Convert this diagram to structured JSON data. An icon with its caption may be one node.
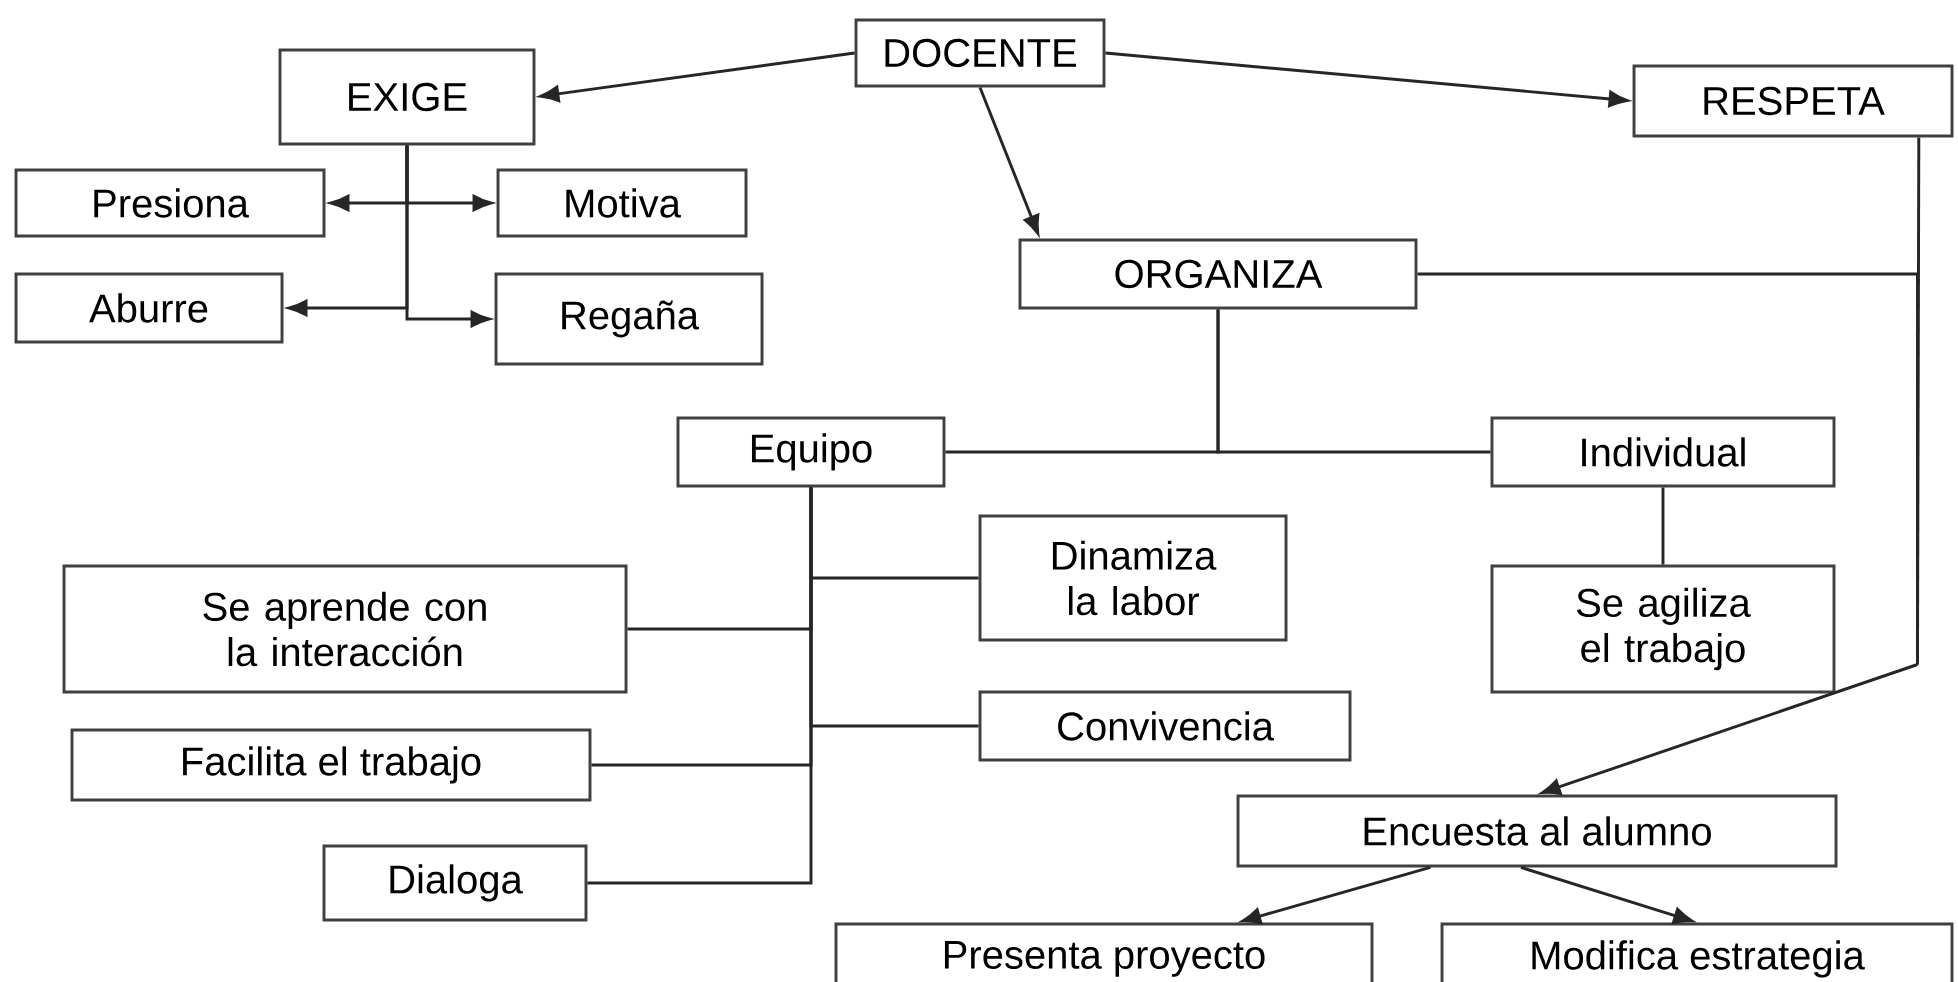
{
  "diagram": {
    "nodes": [
      {
        "text": [
          "DOCENTE"
        ]
      },
      {
        "text": [
          "EXIGE"
        ]
      },
      {
        "text": [
          "RESPETA"
        ]
      },
      {
        "text": [
          "Presiona"
        ]
      },
      {
        "text": [
          "Motiva"
        ]
      },
      {
        "text": [
          "Aburre"
        ]
      },
      {
        "text": [
          "Regaña"
        ]
      },
      {
        "text": [
          "ORGANIZA"
        ]
      },
      {
        "text": [
          "Equipo"
        ]
      },
      {
        "text": [
          "Individual"
        ]
      },
      {
        "text": [
          "Se aprende con la interacción"
        ]
      },
      {
        "text": [
          "Dinamiza la labor"
        ]
      },
      {
        "text": [
          "Se agiliza el trabajo"
        ]
      },
      {
        "text": [
          "Facilita el trabajo"
        ]
      },
      {
        "text": [
          "Convivencia"
        ]
      },
      {
        "text": [
          "Dialoga"
        ]
      },
      {
        "text": [
          "Encuesta al alumno"
        ]
      },
      {
        "text": [
          "Presenta proyecto"
        ]
      },
      {
        "text": [
          "Modifica estrategia"
        ]
      }
    ],
    "edges": [
      {
        "from": 0,
        "to": 1,
        "arrow": "to"
      },
      {
        "from": 0,
        "to": 2,
        "arrow": "to"
      },
      {
        "from": 0,
        "to": 7,
        "arrow": "to"
      },
      {
        "from": 1,
        "to": 3,
        "arrow": "to"
      },
      {
        "from": 1,
        "to": 4,
        "arrow": "to"
      },
      {
        "from": 1,
        "to": 5,
        "arrow": "to"
      },
      {
        "from": 1,
        "to": 6,
        "arrow": "to"
      },
      {
        "from": 7,
        "to": 8,
        "arrow": "none"
      },
      {
        "from": 7,
        "to": 9,
        "arrow": "none"
      },
      {
        "from": 9,
        "to": 12,
        "arrow": "none"
      },
      {
        "from": 8,
        "to": 11,
        "arrow": "none"
      },
      {
        "from": 8,
        "to": 10,
        "arrow": "none"
      },
      {
        "from": 8,
        "to": 14,
        "arrow": "none"
      },
      {
        "from": 8,
        "to": 13,
        "arrow": "none"
      },
      {
        "from": 8,
        "to": 15,
        "arrow": "none"
      },
      {
        "from": 2,
        "to": 16,
        "arrow": "to"
      },
      {
        "from": 7,
        "to": 16,
        "arrow": "to"
      },
      {
        "from": 16,
        "to": 17,
        "arrow": "to"
      },
      {
        "from": 16,
        "to": 18,
        "arrow": "to"
      }
    ]
  }
}
